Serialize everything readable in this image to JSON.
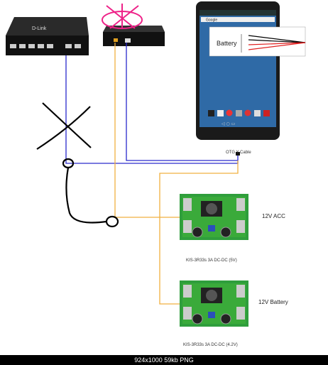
{
  "hub_brand": "D-Link",
  "tablet": {
    "search_text": "Google",
    "overlay_label": "Battery"
  },
  "labels": {
    "otg_cable": "OTG Y-Cable",
    "module1_title": "KIS-3R33s 3A DC-DC (5V)",
    "module2_title": "KIS-3R33s 3A DC-DC (4.2V)",
    "module1_side": "12V ACC",
    "module2_side": "12V Battery"
  },
  "footer": {
    "text": "924x1000  59kb  PNG"
  },
  "colors": {
    "wire_blue": "#2a2acc",
    "wire_orange": "#f0b040",
    "marker_black": "#000000",
    "marker_pink": "#ee2288",
    "pcb_green": "#3aaa3a"
  }
}
